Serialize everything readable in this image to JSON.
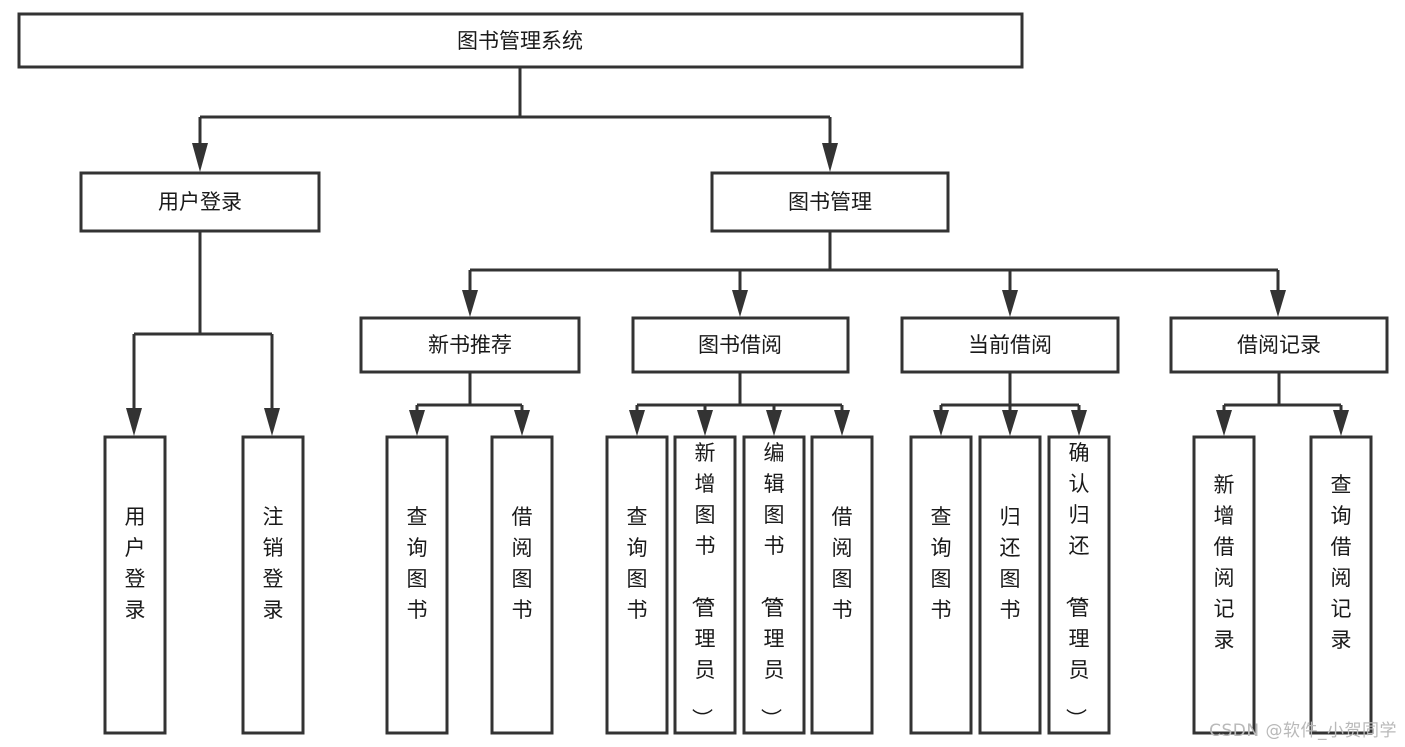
{
  "diagram": {
    "type": "tree",
    "title_node": "图书管理系统",
    "watermark": "CSDN @软件_小贺同学",
    "colors": {
      "stroke": "#333333",
      "fill": "#ffffff",
      "text": "#1a1a1a",
      "watermark": "#b9b9b9"
    },
    "levels": {
      "root": {
        "label": "图书管理系统"
      },
      "level2": [
        {
          "label": "用户登录"
        },
        {
          "label": "图书管理"
        }
      ],
      "level3": [
        {
          "label": "新书推荐"
        },
        {
          "label": "图书借阅"
        },
        {
          "label": "当前借阅"
        },
        {
          "label": "借阅记录"
        }
      ],
      "leaves": {
        "user_login": [
          {
            "label": "用户登录"
          },
          {
            "label": "注销登录"
          }
        ],
        "new_book_recommend": [
          {
            "label": "查询图书"
          },
          {
            "label": "借阅图书"
          }
        ],
        "book_borrow": [
          {
            "label": "查询图书"
          },
          {
            "label": "新增图书（管理员）"
          },
          {
            "label": "编辑图书（管理员）"
          },
          {
            "label": "借阅图书"
          }
        ],
        "current_borrow": [
          {
            "label": "查询图书"
          },
          {
            "label": "归还图书"
          },
          {
            "label": "确认归还（管理员）"
          }
        ],
        "borrow_record": [
          {
            "label": "新增借阅记录"
          },
          {
            "label": "查询借阅记录"
          }
        ]
      }
    }
  }
}
